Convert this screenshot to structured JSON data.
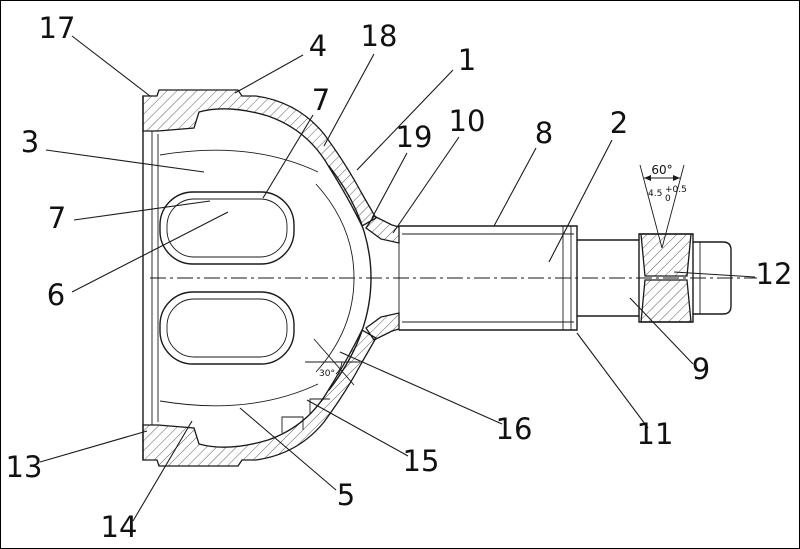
{
  "figure": {
    "kind": "cross-section line drawing"
  },
  "colors": {
    "line": "#1a1a1a",
    "background": "#ffffff"
  },
  "labels": [
    {
      "id": "17",
      "text": "17"
    },
    {
      "id": "4",
      "text": "4"
    },
    {
      "id": "18",
      "text": "18"
    },
    {
      "id": "1",
      "text": "1"
    },
    {
      "id": "7a",
      "text": "7"
    },
    {
      "id": "3",
      "text": "3"
    },
    {
      "id": "19",
      "text": "19"
    },
    {
      "id": "10",
      "text": "10"
    },
    {
      "id": "8",
      "text": "8"
    },
    {
      "id": "2",
      "text": "2"
    },
    {
      "id": "7b",
      "text": "7"
    },
    {
      "id": "6",
      "text": "6"
    },
    {
      "id": "12",
      "text": "12"
    },
    {
      "id": "9",
      "text": "9"
    },
    {
      "id": "16",
      "text": "16"
    },
    {
      "id": "11",
      "text": "11"
    },
    {
      "id": "13",
      "text": "13"
    },
    {
      "id": "15",
      "text": "15"
    },
    {
      "id": "5",
      "text": "5"
    },
    {
      "id": "14",
      "text": "14"
    }
  ],
  "dimensions": {
    "thread_angle": "60°",
    "thread_depth": "4.5",
    "thread_tol_upper": "+0.5",
    "thread_tol_lower": "0",
    "cone_angle": "30°"
  }
}
